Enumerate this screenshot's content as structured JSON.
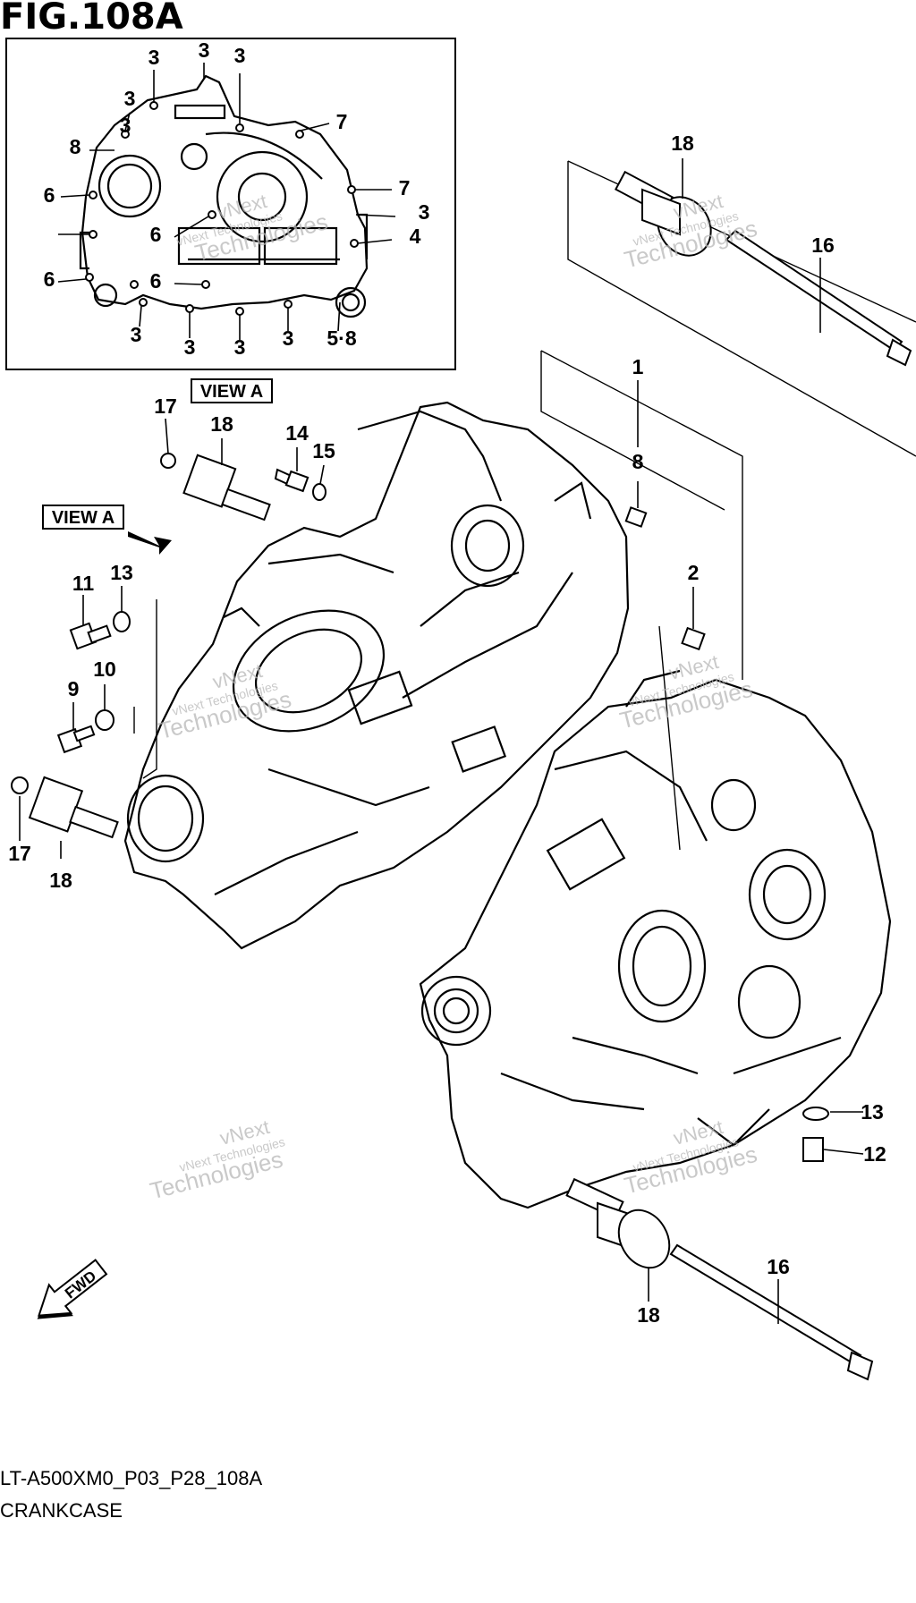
{
  "figure_title": "FIG.108A",
  "view_label": "VIEW A",
  "fwd_label": "FWD",
  "watermark": {
    "line1": "vNext",
    "line2": "vNext Technologies",
    "line3": "Technologies"
  },
  "footer": {
    "code": "LT-A500XM0_P03_P28_108A",
    "caption": "CRANKCASE"
  },
  "inset_callouts": [
    "3",
    "3",
    "3",
    "3",
    "7",
    "8",
    "3",
    "7",
    "3",
    "6",
    "6",
    "4",
    "6",
    "6",
    "3",
    "3",
    "3",
    "3",
    "5·8"
  ],
  "main_callouts": [
    "18",
    "16",
    "17",
    "18",
    "14",
    "15",
    "1",
    "8",
    "2",
    "11",
    "13",
    "10",
    "9",
    "17",
    "18",
    "13",
    "12",
    "16",
    "18"
  ]
}
